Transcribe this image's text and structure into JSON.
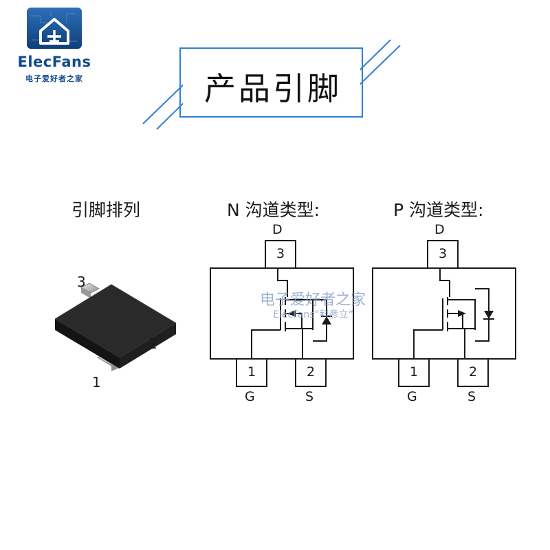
{
  "logo": {
    "brand": "ElecFans",
    "subtitle": "电子爱好者之家"
  },
  "title": "产品引脚",
  "sections": {
    "pinout": "引脚排列",
    "n_channel": "N 沟道类型:",
    "p_channel": "P 沟道类型:"
  },
  "package_pins": [
    "3",
    "2",
    "1"
  ],
  "n_schematic": {
    "drain_letter": "D",
    "gate_letter": "G",
    "source_letter": "S",
    "pin_drain": "3",
    "pin_gate": "1",
    "pin_source": "2"
  },
  "p_schematic": {
    "drain_letter": "D",
    "gate_letter": "G",
    "source_letter": "S",
    "pin_drain": "3",
    "pin_gate": "1",
    "pin_source": "2"
  },
  "watermark": {
    "line1": "电子爱好者之家",
    "line2": "ElecFans“科彦立”"
  },
  "colors": {
    "brand_blue": "#0f4a8c",
    "banner_blue": "#2f7fd1",
    "package_body": "#1c1c1c"
  }
}
